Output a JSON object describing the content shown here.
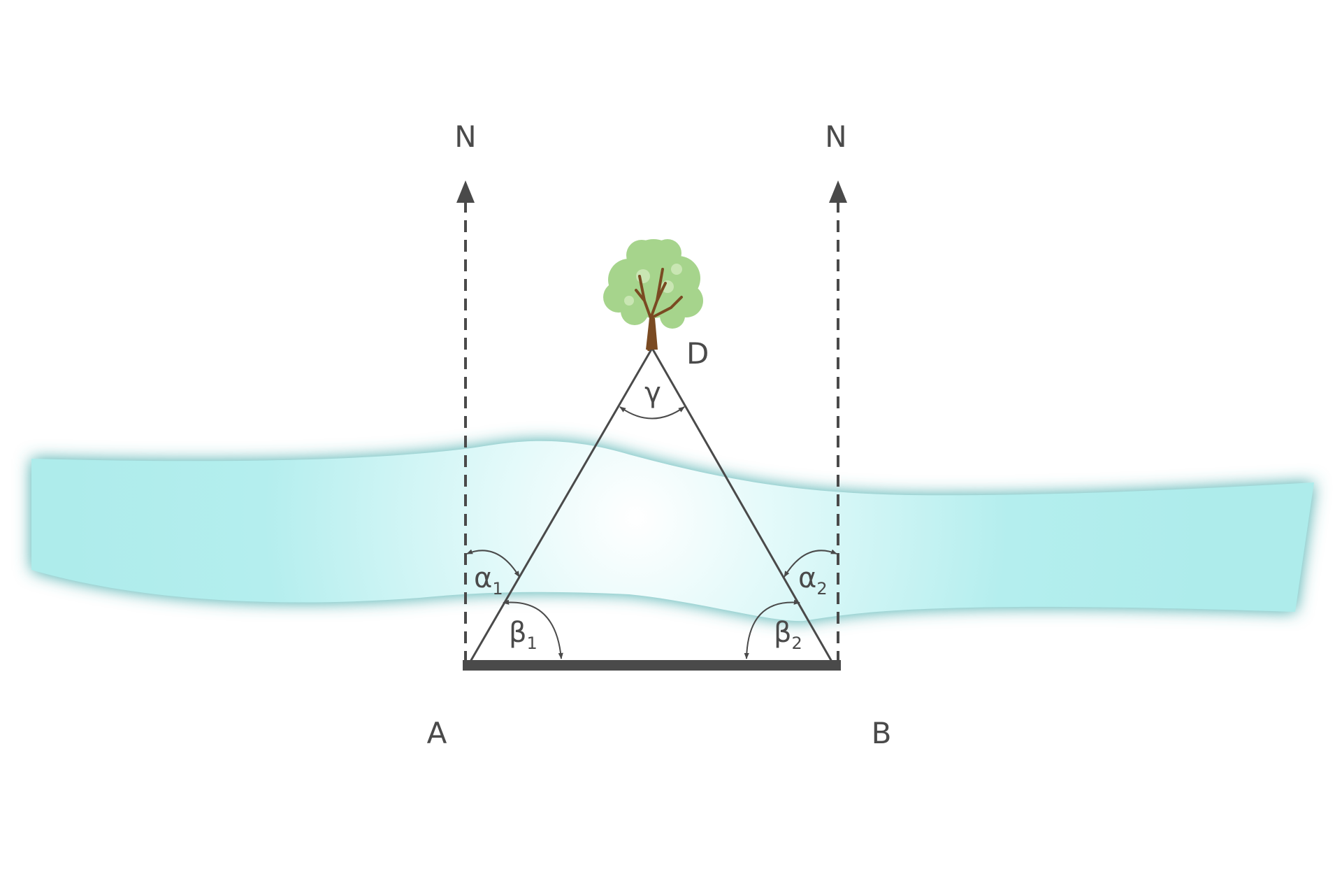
{
  "points": {
    "a": "A",
    "b": "B",
    "d": "D"
  },
  "north": {
    "left": "N",
    "right": "N"
  },
  "angles": {
    "alpha1": {
      "symbol": "α",
      "sub": "1"
    },
    "alpha2": {
      "symbol": "α",
      "sub": "2"
    },
    "beta1": {
      "symbol": "β",
      "sub": "1"
    },
    "beta2": {
      "symbol": "β",
      "sub": "2"
    },
    "gamma": {
      "symbol": "γ"
    }
  },
  "colors": {
    "line": "#4a4a4a",
    "river": "#b2eeee",
    "river_glow": "#3aa8a8",
    "foliage": "#a6d48c",
    "trunk": "#7a4a22"
  },
  "icons": {
    "landmark": "tree-icon"
  }
}
